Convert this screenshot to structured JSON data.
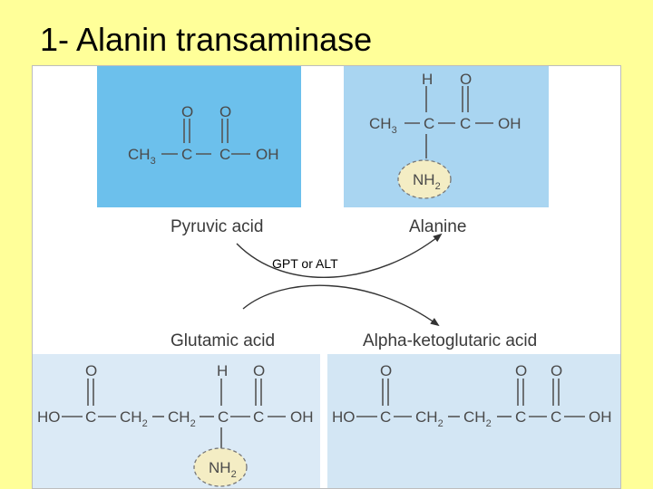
{
  "slide": {
    "title": "1- Alanin transaminase",
    "colors": {
      "background": "#ffff99",
      "pyruvic_box": "#6cc0ec",
      "alanine_box": "#a9d5f1",
      "bottom_box": "#dbeaf6",
      "amine_oval": "#f4edc4"
    }
  },
  "diagram": {
    "enzyme_label": "GPT or ALT",
    "compounds": {
      "pyruvic": {
        "name": "Pyruvic acid",
        "ch3": "CH",
        "ch3_sub": "3",
        "c": "C",
        "o": "O",
        "oh": "OH"
      },
      "alanine": {
        "name": "Alanine",
        "h": "H",
        "ch3": "CH",
        "ch3_sub": "3",
        "c": "C",
        "o": "O",
        "oh": "OH",
        "nh2": "NH",
        "nh2_sub": "2"
      },
      "glutamic": {
        "name": "Glutamic acid",
        "ho": "HO",
        "c": "C",
        "o": "O",
        "h": "H",
        "ch2": "CH",
        "ch2_sub": "2",
        "oh": "OH",
        "nh2": "NH",
        "nh2_sub": "2"
      },
      "ketoglutaric": {
        "name": "Alpha-ketoglutaric acid",
        "ho": "HO",
        "c": "C",
        "o": "O",
        "ch2": "CH",
        "ch2_sub": "2",
        "oh": "OH"
      }
    }
  }
}
